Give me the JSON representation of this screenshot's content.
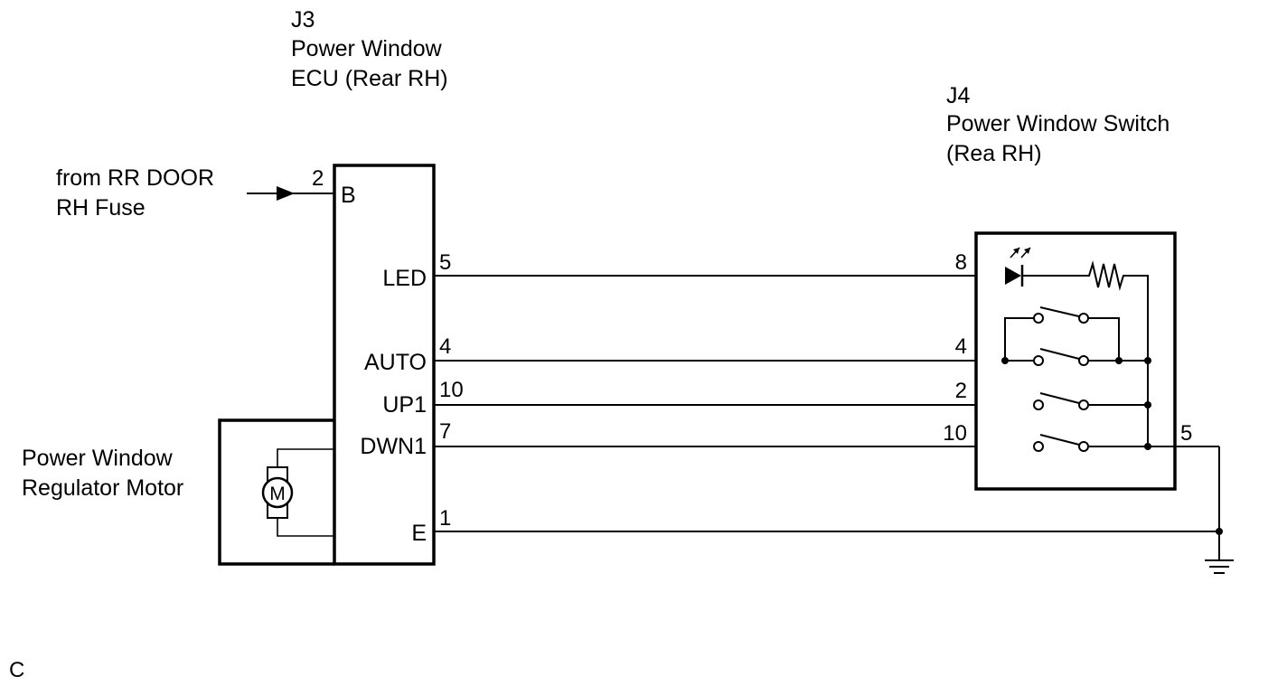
{
  "ecu": {
    "code": "J3",
    "name_line1": "Power Window",
    "name_line2": "ECU (Rear RH)",
    "terminals": {
      "B": {
        "name": "B",
        "pin": "2"
      },
      "LED": {
        "name": "LED",
        "pin": "5"
      },
      "AUTO": {
        "name": "AUTO",
        "pin": "4"
      },
      "UP1": {
        "name": "UP1",
        "pin": "10"
      },
      "DWN1": {
        "name": "DWN1",
        "pin": "7"
      },
      "E": {
        "name": "E",
        "pin": "1"
      }
    }
  },
  "switch": {
    "code": "J4",
    "name_line1": "Power Window Switch",
    "name_line2": "(Rea RH)",
    "pins": {
      "led": "8",
      "auto": "4",
      "up": "2",
      "down": "10",
      "ground": "5"
    }
  },
  "fuse_source": {
    "line1": "from RR DOOR",
    "line2": "RH  Fuse"
  },
  "motor": {
    "line1": "Power Window",
    "line2": "Regulator Motor",
    "symbol": "M"
  },
  "corner_label": "C"
}
